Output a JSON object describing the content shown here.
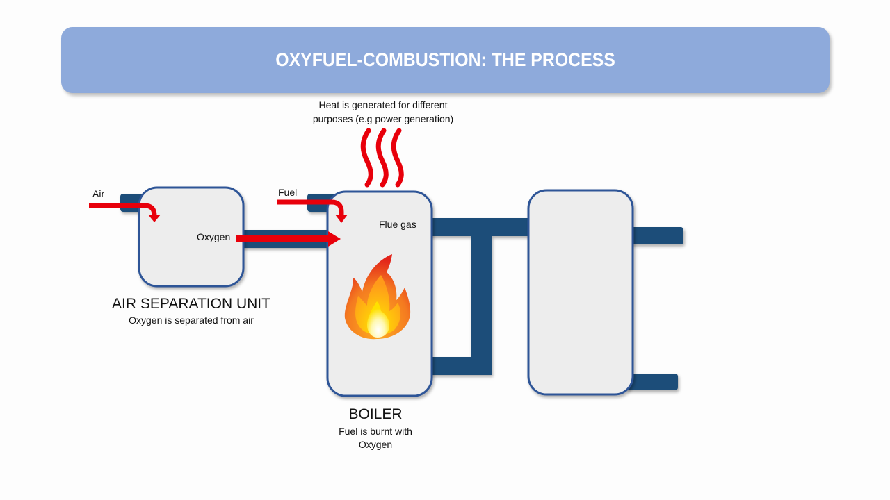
{
  "title": "OXYFUEL-COMBUSTION: THE PROCESS",
  "heat_note": {
    "line1": "Heat is generated for different",
    "line2": "purposes (e.g power generation)"
  },
  "flows": {
    "air": "Air",
    "oxygen": "Oxygen",
    "fuel": "Fuel",
    "flue_gas": "Flue gas"
  },
  "units": {
    "asu": {
      "name": "AIR SEPARATION UNIT",
      "description": "Oxygen is separated from air"
    },
    "boiler": {
      "name": "BOILER",
      "description_line1": "Fuel is burnt with",
      "description_line2": "Oxygen"
    },
    "third_unit": {
      "name": ""
    }
  },
  "colors": {
    "title_bg": "#8eaadb",
    "pipe": "#1f4e79",
    "unit_border": "#2f5597",
    "unit_fill": "#ededed",
    "arrow": "#e8000b",
    "background": "#fdfdfd"
  },
  "icons": {
    "heat": "heat-waves-icon",
    "flame": "flame-icon"
  }
}
